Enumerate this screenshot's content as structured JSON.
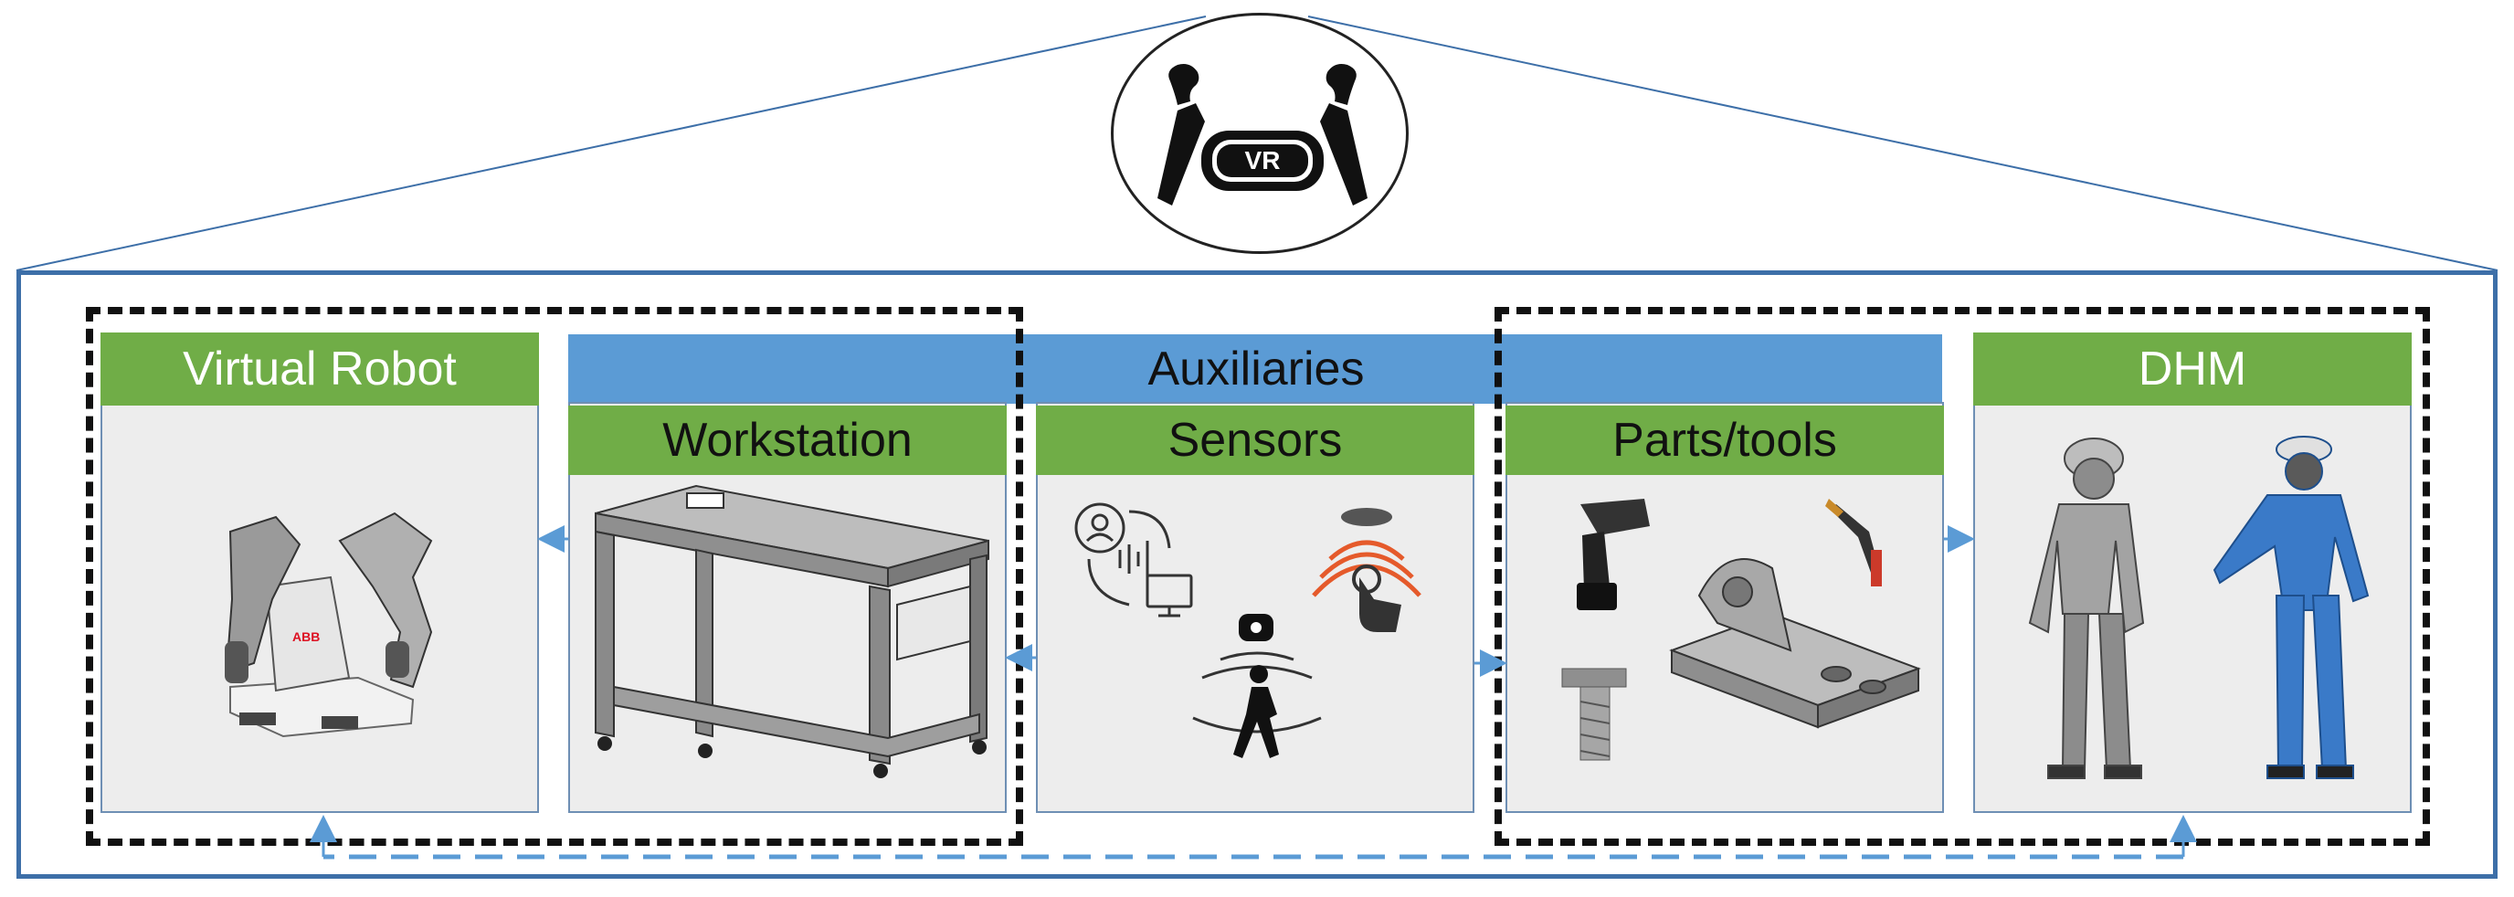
{
  "hub": {
    "icon": "vr-headset-icon",
    "label": "VR"
  },
  "auxiliaries_label": "Auxiliaries",
  "panels": {
    "virtual_robot": {
      "title": "Virtual Robot",
      "icon": "dual-arm-robot-icon",
      "logo": "ABB"
    },
    "workstation": {
      "title": "Workstation",
      "icon": "workbench-icon"
    },
    "sensors": {
      "title": "Sensors",
      "icons": [
        "voice-sensor-icon",
        "touch-sensor-icon",
        "motion-sensor-icon"
      ]
    },
    "parts_tools": {
      "title": "Parts/tools",
      "icons": [
        "drill-icon",
        "welding-torch-icon",
        "bracket-part-icon",
        "bolt-icon"
      ]
    },
    "dhm": {
      "title": "DHM",
      "icons": [
        "worker-female-icon",
        "worker-male-icon"
      ]
    }
  },
  "colors": {
    "green": "#70ad47",
    "blue": "#5b9bd5",
    "frame": "#3d6fa8",
    "panel_bg": "#ededed"
  }
}
